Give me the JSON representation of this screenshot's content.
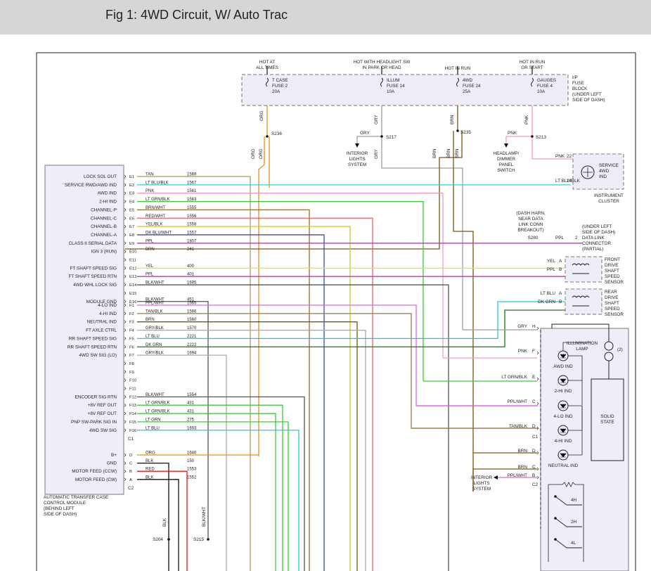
{
  "page": {
    "title": "Fig 1: 4WD Circuit, W/ Auto Trac"
  },
  "fuse_panel": {
    "label": [
      "I/P",
      "FUSE",
      "BLOCK",
      "(UNDER LEFT",
      "SIDE OF DASH)"
    ],
    "fuses": [
      {
        "hot": [
          "HOT AT",
          "ALL TIMES"
        ],
        "name": [
          "T CASE",
          "FUSE 2",
          "20A"
        ],
        "wire": "ORG",
        "splice": "S236"
      },
      {
        "hot": [
          "HOT WITH HEADLIGHT SW",
          "IN PARK OR HEAD"
        ],
        "name": [
          "ILLUM",
          "FUSE 14",
          "10A"
        ],
        "wire": "GRY",
        "splice": "S217"
      },
      {
        "hot": [
          "HOT IN RUN"
        ],
        "name": [
          "4WD",
          "FUSE 24",
          "25A"
        ],
        "wire": "BRN",
        "splice": "S235"
      },
      {
        "hot": [
          "HOT IN RUN",
          "OR START"
        ],
        "name": [
          "GAUGES",
          "FUSE 4",
          "10A"
        ],
        "wire": "PNK",
        "splice": "S213"
      }
    ]
  },
  "branches": {
    "gry_label": "GRY",
    "pnk_label": "PNK",
    "interior_lights": [
      "INTERIOR",
      "LIGHTS",
      "SYSTEM"
    ],
    "headlamp_dimmer": [
      "HEADLAMP/",
      "DIMMER",
      "PANEL",
      "SWITCH"
    ],
    "vertical_labels": {
      "org": "ORG",
      "gry": "GRY",
      "brn": "BRN",
      "pnk": "PNK"
    }
  },
  "instrument_cluster": {
    "label": [
      "INSTRUMENT",
      "CLUSTER"
    ],
    "indicator": [
      "SERVICE",
      "4WD",
      "IND"
    ],
    "pins": [
      {
        "wire": "PNK",
        "pin": "22"
      },
      {
        "wire": "LT BLU/BLK",
        "pin": "24"
      }
    ]
  },
  "dlc": {
    "harness": [
      "(DASH HARN,",
      "NEAR DATA",
      "LINK CONN",
      "BREAKOUT)"
    ],
    "splice": "S280",
    "wire": "PPL",
    "pin": "2",
    "label": [
      "(UNDER LEFT",
      "SIDE OF DASH)",
      "DATA LINK",
      "CONNECTOR",
      "(PARTIAL)"
    ]
  },
  "front_sensor": {
    "label": [
      "FRONT",
      "DRIVE",
      "SHAFT",
      "SPEED",
      "SENSOR"
    ],
    "pins": [
      {
        "wire": "YEL",
        "pin": "A"
      },
      {
        "wire": "PPL",
        "pin": "B"
      }
    ]
  },
  "rear_sensor": {
    "label": [
      "REAR",
      "DRIVE",
      "SHAFT",
      "SPEED",
      "SENSOR"
    ],
    "pins": [
      {
        "wire": "LT BLU",
        "pin": "A"
      },
      {
        "wire": "DK GRN",
        "pin": "B"
      }
    ]
  },
  "module": {
    "label": [
      "AUTOMATIC TRANSFER CASE",
      "CONTROL MODULE",
      "(BEHIND LEFT",
      "SIDE OF DASH)"
    ],
    "connector_labels": [
      "C1",
      "C2"
    ],
    "pins": [
      {
        "func": "LOCK SOL OUT",
        "pin": "E1",
        "wire": "TAN",
        "circuit": "1569"
      },
      {
        "func": "SERVICE RWD/AWD IND",
        "pin": "E2",
        "wire": "LT BLU/BLK",
        "circuit": "1567"
      },
      {
        "func": "AWD IND",
        "pin": "E3",
        "wire": "PNK",
        "circuit": "1561"
      },
      {
        "func": "2-HI IND",
        "pin": "E4",
        "wire": "LT GRN/BLK",
        "circuit": "1563"
      },
      {
        "func": "CHANNEL-P",
        "pin": "E5",
        "wire": "BRN/WHT",
        "circuit": "1555"
      },
      {
        "func": "CHANNEL-C",
        "pin": "E6",
        "wire": "RED/WHT",
        "circuit": "1556"
      },
      {
        "func": "CHANNEL-B",
        "pin": "E7",
        "wire": "YEL/BLK",
        "circuit": "1558"
      },
      {
        "func": "CHANNEL-A",
        "pin": "E8",
        "wire": "DK BLU/WHT",
        "circuit": "1557"
      },
      {
        "func": "CLASS II SERIAL DATA",
        "pin": "E9",
        "wire": "PPL",
        "circuit": "1807"
      },
      {
        "func": "IGN 3 (RUN)",
        "pin": "E10",
        "wire": "BRN",
        "circuit": "241"
      },
      {
        "func": "",
        "pin": "E11",
        "wire": "",
        "circuit": ""
      },
      {
        "func": "FT SHAFT SPEED SIG",
        "pin": "E12",
        "wire": "YEL",
        "circuit": "400"
      },
      {
        "func": "FT SHAFT SPEED RTN",
        "pin": "E13",
        "wire": "PPL",
        "circuit": "401"
      },
      {
        "func": "4WD WHL LOCK SIG",
        "pin": "E14",
        "wire": "BLK/WHT",
        "circuit": "1695"
      },
      {
        "func": "",
        "pin": "E15",
        "wire": "",
        "circuit": ""
      },
      {
        "func": "MODULE GND",
        "pin": "E16",
        "wire": "BLK/WHT",
        "circuit": "451"
      },
      {
        "func": "4-LO IND",
        "pin": "F1",
        "wire": "PPL/WHT",
        "circuit": "1565"
      },
      {
        "func": "4-HI IND",
        "pin": "F2",
        "wire": "TAN/BLK",
        "circuit": "1566"
      },
      {
        "func": "NEUTRAL IND",
        "pin": "F3",
        "wire": "BRN",
        "circuit": "1560"
      },
      {
        "func": "FT AXLE CTRL",
        "pin": "F4",
        "wire": "GRY/BLK",
        "circuit": "1570"
      },
      {
        "func": "RR SHAFT SPEED SIG",
        "pin": "F5",
        "wire": "LT BLU",
        "circuit": "2221"
      },
      {
        "func": "RR SHAFT SPEED RTN",
        "pin": "F6",
        "wire": "DK GRN",
        "circuit": "2222"
      },
      {
        "func": "4WD SW SIG (LO)",
        "pin": "F7",
        "wire": "GRY/BLK",
        "circuit": "1694"
      },
      {
        "func": "",
        "pin": "F8",
        "wire": "",
        "circuit": ""
      },
      {
        "func": "",
        "pin": "F9",
        "wire": "",
        "circuit": ""
      },
      {
        "func": "",
        "pin": "F10",
        "wire": "",
        "circuit": ""
      },
      {
        "func": "",
        "pin": "F11",
        "wire": "",
        "circuit": ""
      },
      {
        "func": "ENCODER SIG RTN",
        "pin": "F12",
        "wire": "BLK/WHT",
        "circuit": "1554"
      },
      {
        "func": "+8V REF OUT",
        "pin": "F13",
        "wire": "LT GRN/BLK",
        "circuit": "431"
      },
      {
        "func": "+8V REF OUT",
        "pin": "F14",
        "wire": "LT GRN/BLK",
        "circuit": "431"
      },
      {
        "func": "PNP SW-PARK SIG IN",
        "pin": "F15",
        "wire": "LT GRN",
        "circuit": "275"
      },
      {
        "func": "4WD SW SIG",
        "pin": "F16",
        "wire": "LT BLU",
        "circuit": "1693"
      },
      {
        "func": "B+",
        "pin": "D",
        "wire": "ORG",
        "circuit": "1640"
      },
      {
        "func": "GND",
        "pin": "C",
        "wire": "BLK",
        "circuit": "150"
      },
      {
        "func": "MOTOR FEED (CCW)",
        "pin": "B",
        "wire": "RED",
        "circuit": "1553"
      },
      {
        "func": "MOTOR FEED (CW)",
        "pin": "A",
        "wire": "BLK",
        "circuit": "1552"
      }
    ]
  },
  "switch_assembly": {
    "illumination_lamp": [
      "ILLUMINATION",
      "LAMP"
    ],
    "lamp_note": "(2)",
    "solid_state": [
      "SOLID",
      "STATE"
    ],
    "indicators": [
      "AWD IND",
      "2-HI IND",
      "4-LO IND",
      "4-HI IND",
      "NEUTRAL IND"
    ],
    "switch_positions": [
      "4H",
      "2H",
      "4L"
    ],
    "connector_labels": [
      "C1",
      "C2"
    ],
    "pins": [
      {
        "wire": "GRY",
        "pin": "H"
      },
      {
        "wire": "PNK",
        "pin": "F"
      },
      {
        "wire": "LT GRN/BLK",
        "pin": "E"
      },
      {
        "wire": "PPL/WHT",
        "pin": "C"
      },
      {
        "wire": "TAN/BLK",
        "pin": "D"
      },
      {
        "wire": "BRN",
        "pin": "D"
      },
      {
        "wire": "BRN",
        "pin": "C"
      },
      {
        "wire": "PPL/WHT",
        "pin": "B"
      }
    ],
    "interior_lights": [
      "INTERIOR",
      "LIGHTS",
      "SYSTEM"
    ]
  },
  "bottom": {
    "vertical_labels": [
      "BLK",
      "BLK/WHT"
    ],
    "splices": [
      "S204",
      "S215"
    ]
  },
  "colors": {
    "ORG": "#e8901c",
    "GRY": "#9e9e9e",
    "BRN": "#7a5316",
    "PNK": "#f39ac8",
    "TAN": "#b49464",
    "LT BLU/BLK": "#2fcde0",
    "LT GRN/BLK": "#3bcc3b",
    "BRN/WHT": "#9b6b2a",
    "RED/WHT": "#ef6262",
    "YEL/BLK": "#c8c832",
    "DK BLU/WHT": "#3a4aa8",
    "PPL": "#d02bd0",
    "YEL": "#e8e81a",
    "BLK/WHT": "#555555",
    "PPL/WHT": "#e066e0",
    "TAN/BLK": "#9a7a4a",
    "GRY/BLK": "#a9a9b9",
    "LT BLU": "#22c5e8",
    "DK GRN": "#1a7a1a",
    "LT GRN": "#22e022",
    "BLK": "#111111",
    "RED": "#e81a1a"
  }
}
